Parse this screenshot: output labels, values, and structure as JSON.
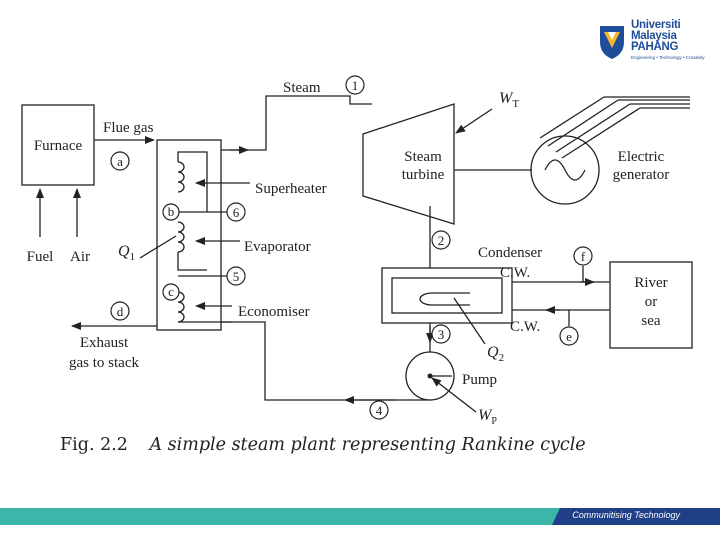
{
  "logo": {
    "line1": "Universiti",
    "line2": "Malaysia",
    "line3": "PAHANG",
    "tagline": "Engineering • Technology • Creativity",
    "colors": {
      "primary": "#1f4d9a",
      "accent": "#f2b72c"
    }
  },
  "diagram": {
    "furnace": "Furnace",
    "flue_gas": "Flue gas",
    "fuel": "Fuel",
    "air": "Air",
    "steam": "Steam",
    "w_t": "W",
    "w_t_sub": "T",
    "turbine_line1": "Steam",
    "turbine_line2": "turbine",
    "generator_line1": "Electric",
    "generator_line2": "generator",
    "superheater": "Superheater",
    "evaporator": "Evaporator",
    "economiser": "Economiser",
    "q1": "Q",
    "q1_sub": "1",
    "q2": "Q",
    "q2_sub": "2",
    "exhaust_line1": "Exhaust",
    "exhaust_line2": "gas to stack",
    "condenser": "Condenser",
    "cw_in": "C.W.",
    "cw_out": "C.W.",
    "river_line1": "River",
    "river_line2": "or",
    "river_line3": "sea",
    "pump": "Pump",
    "w_p": "W",
    "w_p_sub": "P",
    "points": {
      "p1": "1",
      "p2": "2",
      "p3": "3",
      "p4": "4",
      "p5": "5",
      "p6": "6",
      "a": "a",
      "b": "b",
      "c": "c",
      "d": "d",
      "e": "e",
      "f": "f"
    }
  },
  "caption": {
    "figure": "Fig. 2.2",
    "title": "A simple steam plant representing Rankine cycle"
  },
  "footer": {
    "tagline": "Communitising Technology",
    "colors": {
      "teal": "#3cb6a9",
      "navy": "#1f3f86"
    }
  }
}
